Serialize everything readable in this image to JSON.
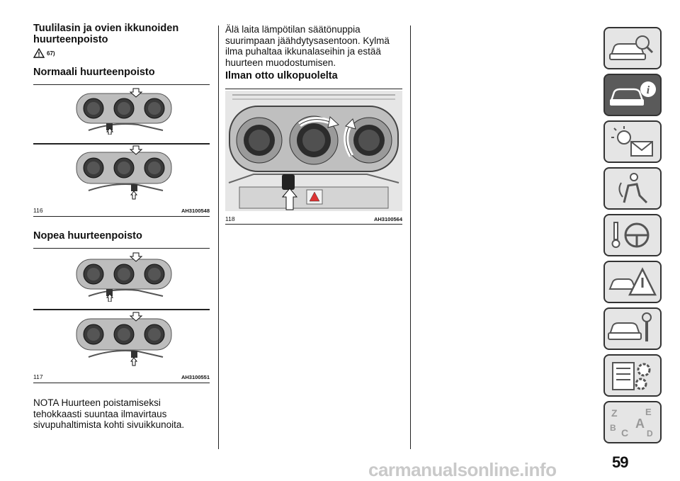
{
  "left": {
    "title_line1": "Tuulilasin ja ovien ikkunoiden",
    "title_line2": "huurteenpoisto",
    "warning_ref": "67)",
    "section1": "Normaali huurteenpoisto",
    "fig116": {
      "num": "116",
      "code": "AH3100548"
    },
    "section2": "Nopea huurteenpoisto",
    "fig117": {
      "num": "117",
      "code": "AH3100551"
    },
    "nota_line1": "NOTA  Huurteen poistamiseksi",
    "nota_line2": "tehokkaasti suuntaa ilmavirtaus",
    "nota_line3": "sivupuhaltimista kohti sivuikkunoita."
  },
  "middle": {
    "text_line1": "Älä laita lämpötilan säätönuppia",
    "text_line2": "suurimpaan jäähdytysasentoon. Kylmä",
    "text_line3": "ilma puhaltaa ikkunalaseihin ja estää",
    "text_line4": "huurteen muodostumisen.",
    "section": "Ilman otto ulkopuolelta",
    "fig118": {
      "num": "118",
      "code": "AH3100564"
    }
  },
  "page_number": "59",
  "watermark": "carmanualsonline.info",
  "sidebar_tabs": [
    {
      "icon": "car-search-icon",
      "active": false
    },
    {
      "icon": "car-info-icon",
      "active": true
    },
    {
      "icon": "warning-light-mail-icon",
      "active": false
    },
    {
      "icon": "airbag-seat-icon",
      "active": false
    },
    {
      "icon": "steering-wheel-key-icon",
      "active": false
    },
    {
      "icon": "car-crash-warning-icon",
      "active": false
    },
    {
      "icon": "car-wrench-icon",
      "active": false
    },
    {
      "icon": "specs-gear-icon",
      "active": false
    },
    {
      "icon": "alphabet-index-icon",
      "active": false
    }
  ]
}
